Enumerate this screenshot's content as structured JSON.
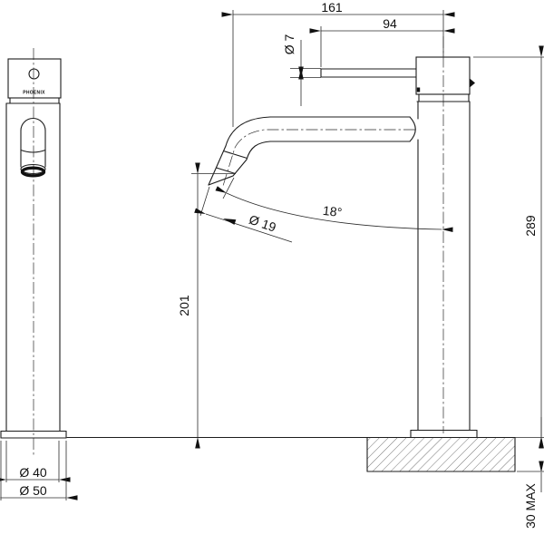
{
  "drawing": {
    "brand": "PHOENIX",
    "dims": {
      "overall_width": "161",
      "handle_length": "94",
      "handle_dia": "Ø 7",
      "spout_dia": "Ø 19",
      "spout_angle": "18°",
      "spout_height": "201",
      "overall_height": "289",
      "body_dia": "Ø 40",
      "base_dia": "Ø 50",
      "bench_thickness": "30 MAX"
    }
  }
}
